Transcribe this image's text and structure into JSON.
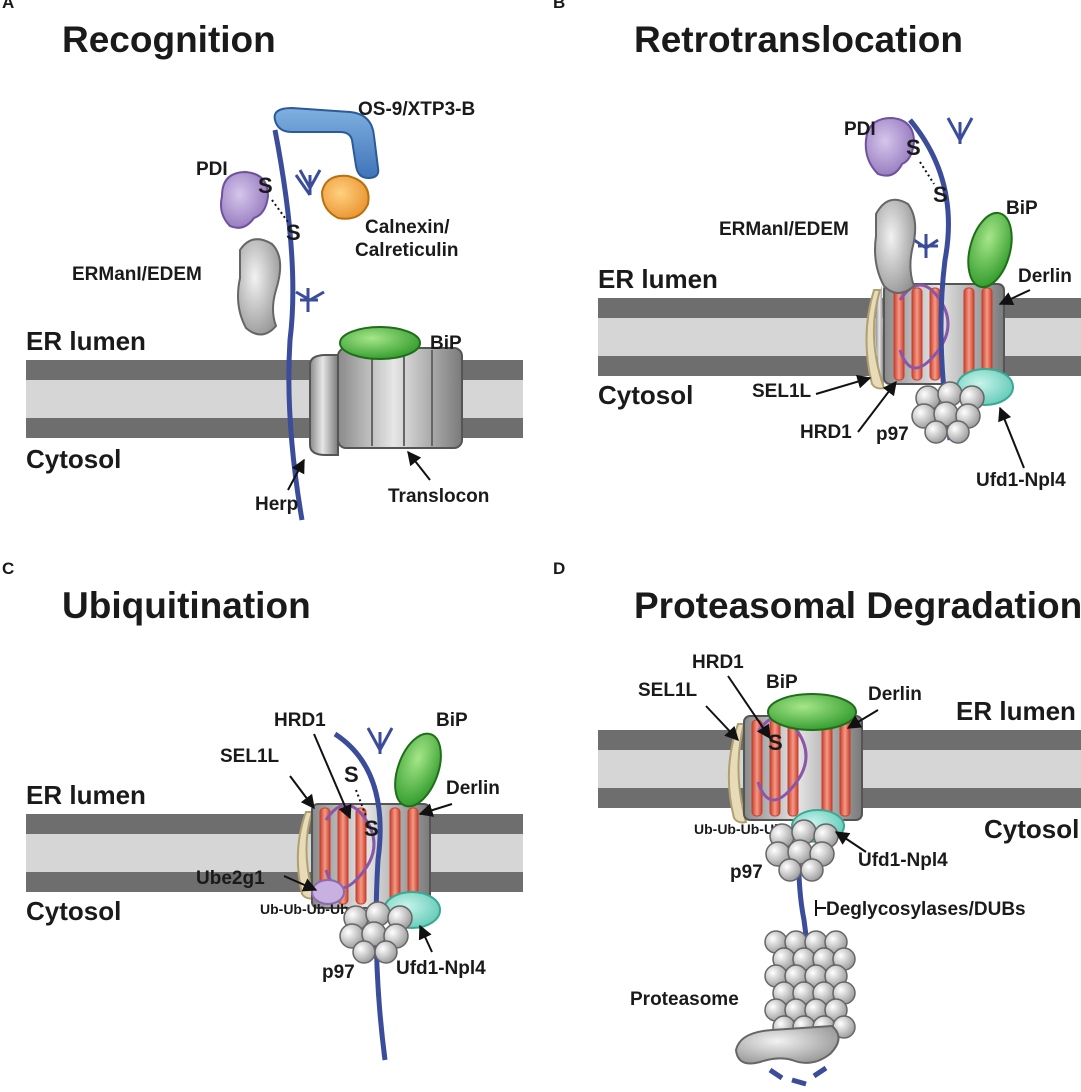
{
  "panels": {
    "a": {
      "letter": "A",
      "title": "Recognition",
      "er_lumen": "ER lumen",
      "cytosol": "Cytosol",
      "os9": "OS-9/XTP3-B",
      "pdi": "PDI",
      "s1": "S",
      "s2": "S",
      "calnexin_1": "Calnexin/",
      "calnexin_2": "Calreticulin",
      "ermani": "ERManI/EDEM",
      "bip": "BiP",
      "herp": "Herp",
      "translocon": "Translocon"
    },
    "b": {
      "letter": "B",
      "title": "Retrotranslocation",
      "er_lumen": "ER lumen",
      "cytosol": "Cytosol",
      "pdi": "PDI",
      "s1": "S",
      "s2": "S",
      "bip": "BiP",
      "ermani": "ERManI/EDEM",
      "derlin": "Derlin",
      "sel1l": "SEL1L",
      "hrd1": "HRD1",
      "p97": "p97",
      "ufd1": "Ufd1-Npl4"
    },
    "c": {
      "letter": "C",
      "title": "Ubiquitination",
      "er_lumen": "ER lumen",
      "cytosol": "Cytosol",
      "hrd1": "HRD1",
      "bip": "BiP",
      "sel1l": "SEL1L",
      "s1": "S",
      "s2": "S",
      "derlin": "Derlin",
      "ube2g1": "Ube2g1",
      "ub": "Ub-Ub-Ub-Ub-",
      "p97": "p97",
      "ufd1": "Ufd1-Npl4"
    },
    "d": {
      "letter": "D",
      "title": "Proteasomal Degradation",
      "er_lumen": "ER lumen",
      "cytosol": "Cytosol",
      "hrd1": "HRD1",
      "sel1l": "SEL1L",
      "bip": "BiP",
      "derlin": "Derlin",
      "s": "S",
      "ub": "Ub-Ub-Ub-Ub-",
      "ufd1": "Ufd1-Npl4",
      "p97": "p97",
      "degly": "Deglycosylases/DUBs",
      "proteasome": "Proteasome"
    }
  },
  "colors": {
    "membrane_dark": "#6e6e6e",
    "membrane_light": "#d6d6d6",
    "substrate": "#3a4c9a",
    "os9": "#4a86c8",
    "calnexin": "#f0a030",
    "pdi": "#a78bc9",
    "ermani": "#a8a8a8",
    "bip": "#3fa535",
    "derlin": "#e0604a",
    "sel1l": "#e8dcb8",
    "ufd1": "#7fd8c8",
    "p97": "#d4d4d4"
  }
}
